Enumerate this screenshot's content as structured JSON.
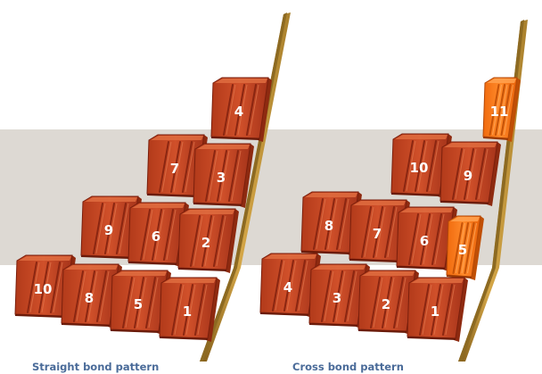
{
  "colors": {
    "background": "#ffffff",
    "band": "#ddd9d3",
    "tile": "#c8441f",
    "tile_dark": "#9b2d12",
    "tile_light": "#e1673a",
    "tile_highlight": "#f47a1c",
    "edge": "#7a1f0c",
    "batten": "#c99a3c",
    "batten_dark": "#8d6a22",
    "caption": "#4a6b99"
  },
  "diagrams": [
    {
      "caption": "Straight bond pattern",
      "tiles": [
        {
          "label": "1"
        },
        {
          "label": "5"
        },
        {
          "label": "8"
        },
        {
          "label": "10"
        },
        {
          "label": "2"
        },
        {
          "label": "6"
        },
        {
          "label": "9"
        },
        {
          "label": "3"
        },
        {
          "label": "7"
        },
        {
          "label": "4"
        }
      ]
    },
    {
      "caption": "Cross bond pattern",
      "tiles": [
        {
          "label": "1"
        },
        {
          "label": "2"
        },
        {
          "label": "3"
        },
        {
          "label": "4"
        },
        {
          "label": "5",
          "highlight": true
        },
        {
          "label": "6"
        },
        {
          "label": "7"
        },
        {
          "label": "8"
        },
        {
          "label": "9"
        },
        {
          "label": "10"
        },
        {
          "label": "11",
          "highlight": true
        }
      ]
    }
  ]
}
